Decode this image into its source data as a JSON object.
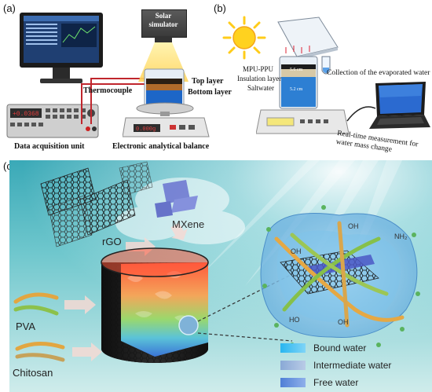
{
  "panel_a": {
    "label": "(a)",
    "solar_simulator": "Solar simulator",
    "top_layer": "Top layer",
    "bottom_layer": "Bottom layer",
    "thermocouple": "Thermocouple",
    "data_acquisition_unit": "Data acquisition unit",
    "balance": "Electronic analytical balance"
  },
  "panel_b": {
    "label": "(b)",
    "mpu_ppu": "MPU-PPU",
    "insulation": "Insulation layer",
    "saltwater": "Saltwater",
    "dim_top": "5.6 cm",
    "dim_bottom": "5.2 cm",
    "collection": "Collection of the evaporated water",
    "realtime_line1": "Real-time measurement for",
    "realtime_line2": "water mass change"
  },
  "panel_c": {
    "label": "(c)",
    "rgo": "rGO",
    "mxene": "MXene",
    "pva": "PVA",
    "chitosan": "Chitosan",
    "oh1": "OH",
    "oh2": "OH",
    "oh3": "OH",
    "nh2": "NH₂",
    "ho": "HO",
    "legend": [
      {
        "label": "Bound water",
        "color": "#29b6f0"
      },
      {
        "label": "Intermediate water",
        "color": "#8aa9d6"
      },
      {
        "label": "Free water",
        "color": "#4f7fd6"
      }
    ]
  }
}
